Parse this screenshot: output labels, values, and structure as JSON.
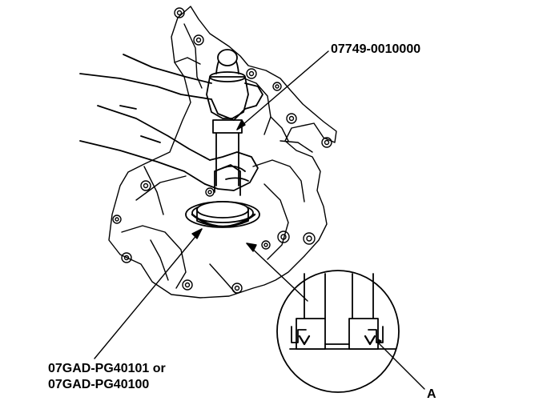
{
  "labels": {
    "tool_driver": "07749-0010000",
    "tool_attachment_line1": "07GAD-PG40101 or",
    "tool_attachment_line2": "07GAD-PG40100",
    "detail_a": "A"
  }
}
